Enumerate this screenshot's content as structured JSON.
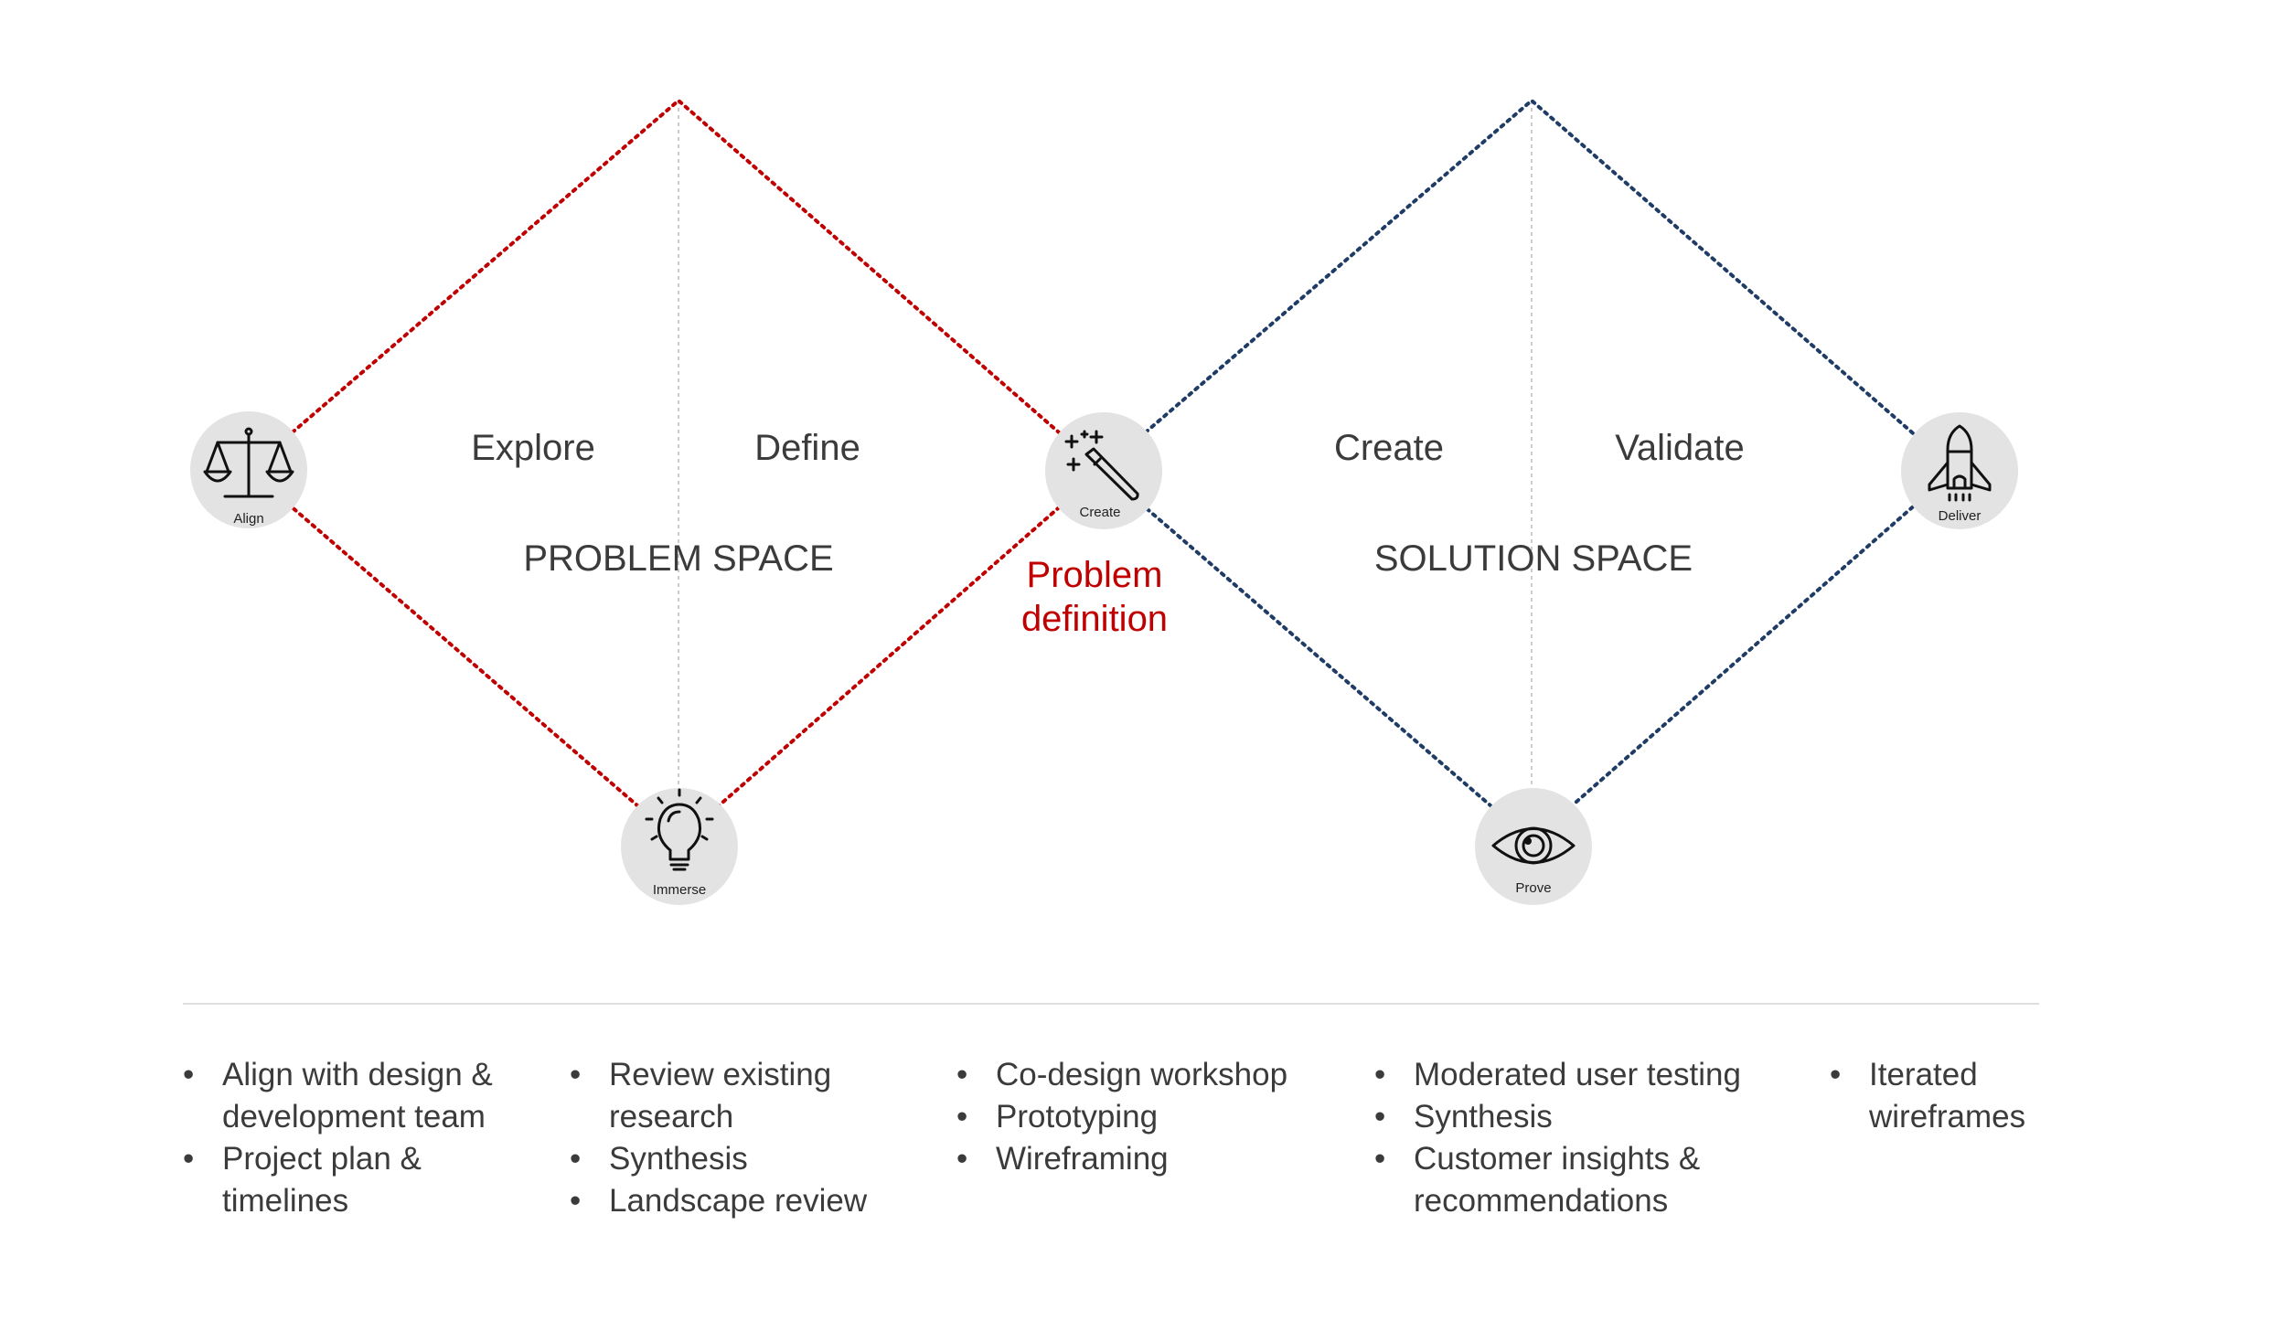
{
  "diagram": {
    "phases": {
      "explore": "Explore",
      "define": "Define",
      "create": "Create",
      "validate": "Validate"
    },
    "spaces": {
      "problem": "PROBLEM SPACE",
      "solution": "SOLUTION SPACE"
    },
    "highlight": {
      "line1": "Problem",
      "line2": "definition",
      "color": "#c00000"
    },
    "nodes": {
      "align": {
        "caption": "Align",
        "icon": "scales-icon"
      },
      "create": {
        "caption": "Create",
        "icon": "magic-wand-icon"
      },
      "deliver": {
        "caption": "Deliver",
        "icon": "rocket-icon"
      },
      "immerse": {
        "caption": "Immerse",
        "icon": "lightbulb-icon"
      },
      "prove": {
        "caption": "Prove",
        "icon": "eye-icon"
      }
    },
    "colors": {
      "problem_line": "#c00000",
      "solution_line": "#1f3c66",
      "node_fill": "#e3e3e3"
    }
  },
  "activities": {
    "col1": [
      "Align with design & development team",
      "Project plan & timelines"
    ],
    "col2": [
      "Review existing research",
      "Synthesis",
      "Landscape review"
    ],
    "col3": [
      "Co-design workshop",
      "Prototyping",
      "Wireframing"
    ],
    "col4": [
      "Moderated user testing",
      "Synthesis",
      "Customer insights & recommendations"
    ],
    "col5": [
      "Iterated wireframes"
    ]
  }
}
